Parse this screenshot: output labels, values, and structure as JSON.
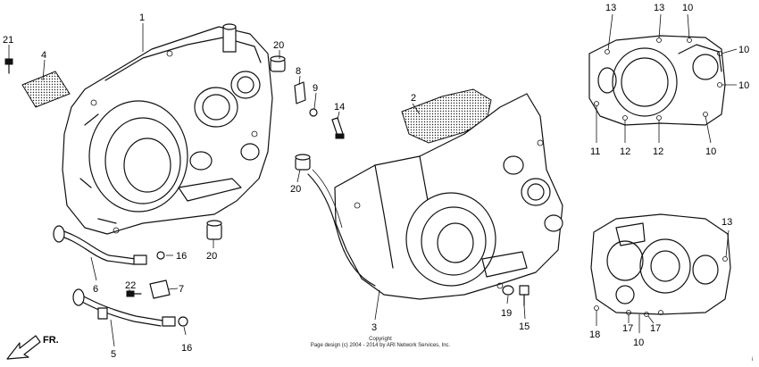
{
  "callouts": {
    "c1": "1",
    "c2": "2",
    "c3": "3",
    "c4": "4",
    "c5": "5",
    "c6": "6",
    "c7": "7",
    "c8": "8",
    "c9": "9",
    "c14": "14",
    "c15": "15",
    "c16a": "16",
    "c16b": "16",
    "c19": "19",
    "c20a": "20",
    "c20b": "20",
    "c20c": "20",
    "c21": "21",
    "c22": "22",
    "u13a": "13",
    "u13b": "13",
    "u10a": "10",
    "u10b": "10",
    "u10c": "10",
    "u10d": "10",
    "u11": "11",
    "u12a": "12",
    "u12b": "12",
    "l13": "13",
    "l18": "18",
    "l17a": "17",
    "l17b": "17",
    "l10": "10"
  },
  "copyright": {
    "line1": "Copyright",
    "line2": "Page design (c) 2004 - 2014 by ARI Network Services, Inc."
  },
  "front_arrow_label": "FR.",
  "corner_mark": "i"
}
